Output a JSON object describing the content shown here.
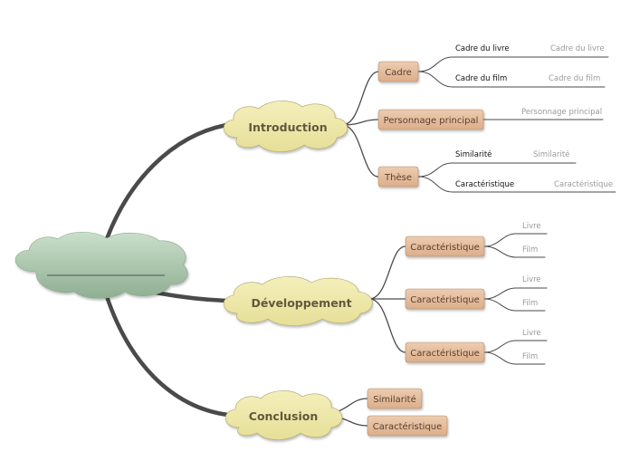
{
  "root": {
    "label": ""
  },
  "branches": [
    {
      "label": "Introduction",
      "children": [
        {
          "label": "Cadre",
          "leaves": [
            {
              "label": "Cadre du livre",
              "sub": "Cadre du livre"
            },
            {
              "label": "Cadre du film",
              "sub": "Cadre du film"
            }
          ]
        },
        {
          "label": "Personnage principal",
          "leaves": [
            {
              "label": "",
              "sub": "Personnage principal"
            }
          ]
        },
        {
          "label": "Thèse",
          "leaves": [
            {
              "label": "Similarité",
              "sub": "Similarité"
            },
            {
              "label": "Caractéristique",
              "sub": "Caractéristique"
            }
          ]
        }
      ]
    },
    {
      "label": "Développement",
      "children": [
        {
          "label": "Caractéristique",
          "leaves": [
            {
              "label": "",
              "sub": "Livre"
            },
            {
              "label": "",
              "sub": "Film"
            }
          ]
        },
        {
          "label": "Caractéristique",
          "leaves": [
            {
              "label": "",
              "sub": "Livre"
            },
            {
              "label": "",
              "sub": "Film"
            }
          ]
        },
        {
          "label": "Caractéristique",
          "leaves": [
            {
              "label": "",
              "sub": "Livre"
            },
            {
              "label": "",
              "sub": "Film"
            }
          ]
        }
      ]
    },
    {
      "label": "Conclusion",
      "children": [
        {
          "label": "Similarité",
          "leaves": []
        },
        {
          "label": "Caractéristique",
          "leaves": []
        }
      ]
    }
  ],
  "colors": {
    "root_fill": "#a9c8ad",
    "branch_fill": "#efe9a8",
    "box_fill": "#e5bd9c",
    "line": "#4a4a4a"
  }
}
